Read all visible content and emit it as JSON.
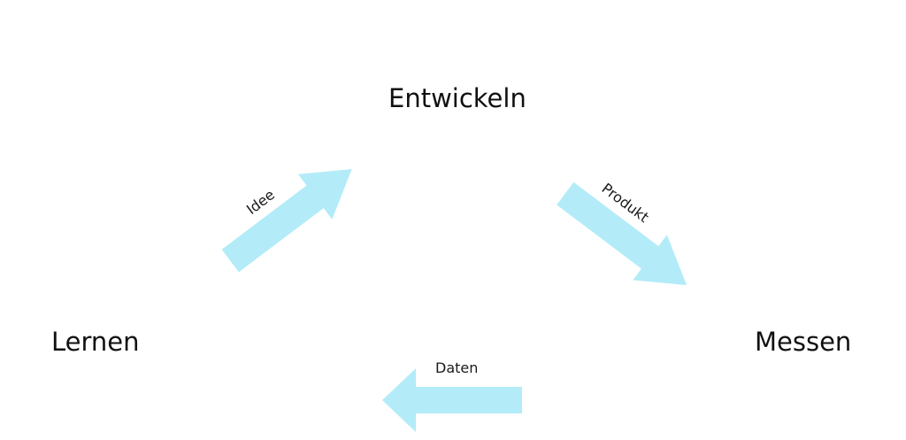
{
  "nodes": {
    "top": "Entwickeln",
    "left": "Lernen",
    "right": "Messen"
  },
  "arrows": {
    "idea": "Idee",
    "product": "Produkt",
    "data": "Daten"
  },
  "colors": {
    "arrow_fill": "#b3ecf8",
    "text": "#111111",
    "background": "#ffffff"
  }
}
